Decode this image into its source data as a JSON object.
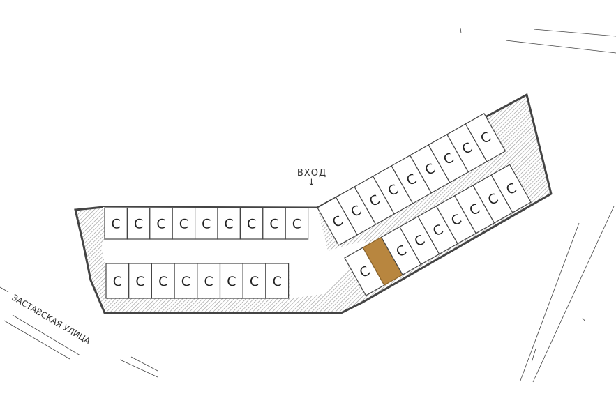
{
  "entrance": {
    "label": "ВХОД",
    "arrow": "↓"
  },
  "street": {
    "label": "ЗАСТАВСКАЯ УЛИЦА"
  },
  "unit_letter": "С",
  "colors": {
    "selected": "#b8863f",
    "hatch": "#9a9a9a",
    "wall": "#444444",
    "background": "#ffffff"
  },
  "rows": [
    {
      "id": "west-upper",
      "count": 9,
      "selected_index": -1,
      "direction": "horizontal"
    },
    {
      "id": "west-lower",
      "count": 8,
      "selected_index": -1,
      "direction": "horizontal"
    },
    {
      "id": "east-upper",
      "count": 9,
      "selected_index": -1,
      "direction": "diagonal"
    },
    {
      "id": "east-lower",
      "count": 9,
      "selected_index": 1,
      "direction": "diagonal"
    }
  ]
}
